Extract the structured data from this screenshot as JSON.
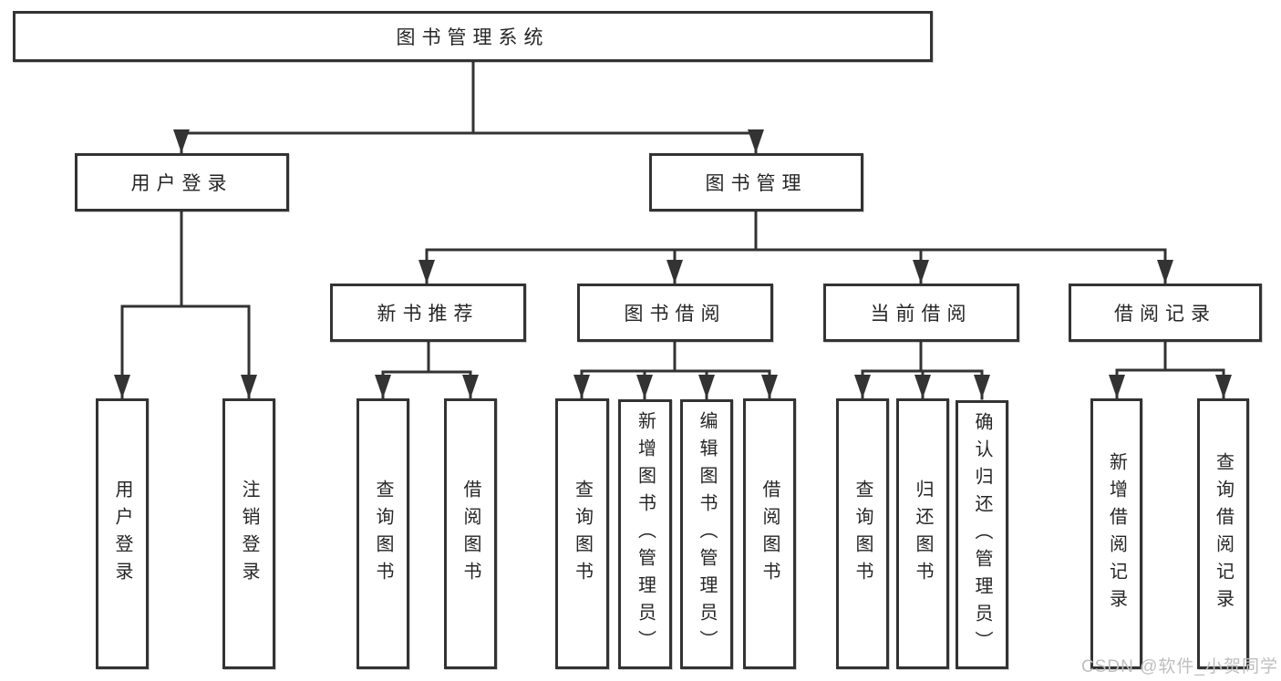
{
  "nodes": {
    "root": "图书管理系统",
    "user_login": "用户登录",
    "book_management": "图书管理",
    "new_book_recommend": "新书推荐",
    "book_borrowing": "图书借阅",
    "current_borrowing": "当前借阅",
    "borrowing_records": "借阅记录",
    "leaf_user_login": "用户登录",
    "leaf_logout": "注销登录",
    "leaf_rec_query_books": "查询图书",
    "leaf_rec_borrow_books": "借阅图书",
    "leaf_bb_query_books": "查询图书",
    "leaf_bb_add_books": "新增图书（管理员）",
    "leaf_bb_edit_books": "编辑图书（管理员）",
    "leaf_bb_borrow_books": "借阅图书",
    "leaf_cb_query_books": "查询图书",
    "leaf_cb_return_books": "归还图书",
    "leaf_cb_confirm_return": "确认归还（管理员）",
    "leaf_br_add_record": "新增借阅记录",
    "leaf_br_query_record": "查询借阅记录"
  },
  "watermark": "CSDN @软件_小贺同学",
  "colors": {
    "line": "#333333",
    "text": "#262626",
    "watermark": "#bfbfbf",
    "canvas_bg": "#ffffff"
  }
}
